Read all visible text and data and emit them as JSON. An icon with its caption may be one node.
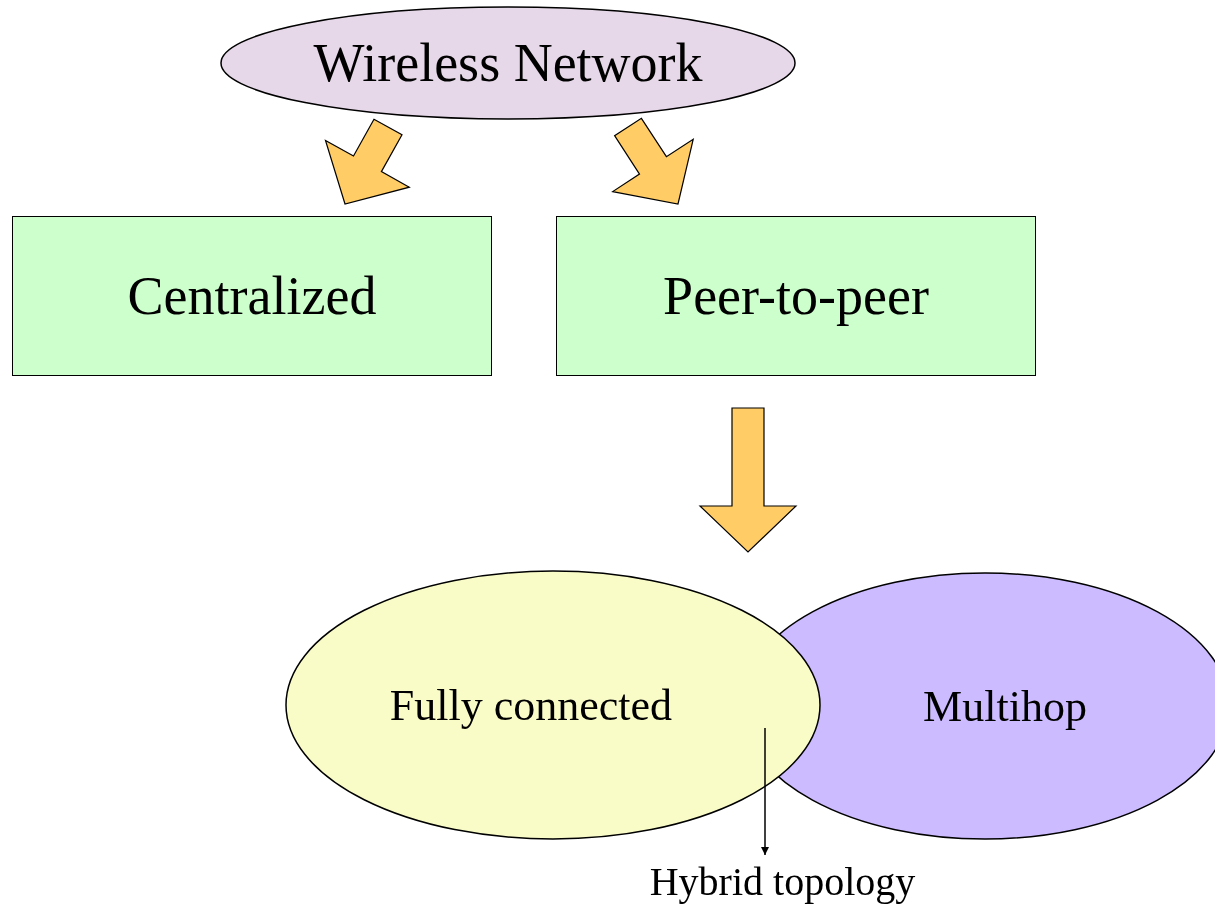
{
  "diagram": {
    "nodes": [
      {
        "text": [
          "Wireless Network"
        ]
      },
      {
        "text": [
          "Centralized"
        ]
      },
      {
        "text": [
          "Peer-to-peer"
        ]
      },
      {
        "text": [
          "Multihop"
        ]
      },
      {
        "text": [
          "Fully connected"
        ]
      },
      {
        "text": [
          "Hybrid topology"
        ]
      }
    ],
    "edges": [
      {
        "from": 0,
        "to": 1,
        "arrow": "to",
        "style": "thick"
      },
      {
        "from": 0,
        "to": 2,
        "arrow": "to",
        "style": "thick"
      },
      {
        "from": 2,
        "to": 4,
        "arrow": "to",
        "style": "thick"
      },
      {
        "from": 2,
        "to": 3,
        "arrow": "to",
        "style": "thick"
      },
      {
        "from": 3,
        "to": 5,
        "arrow": "to",
        "color": "#000000"
      }
    ]
  }
}
